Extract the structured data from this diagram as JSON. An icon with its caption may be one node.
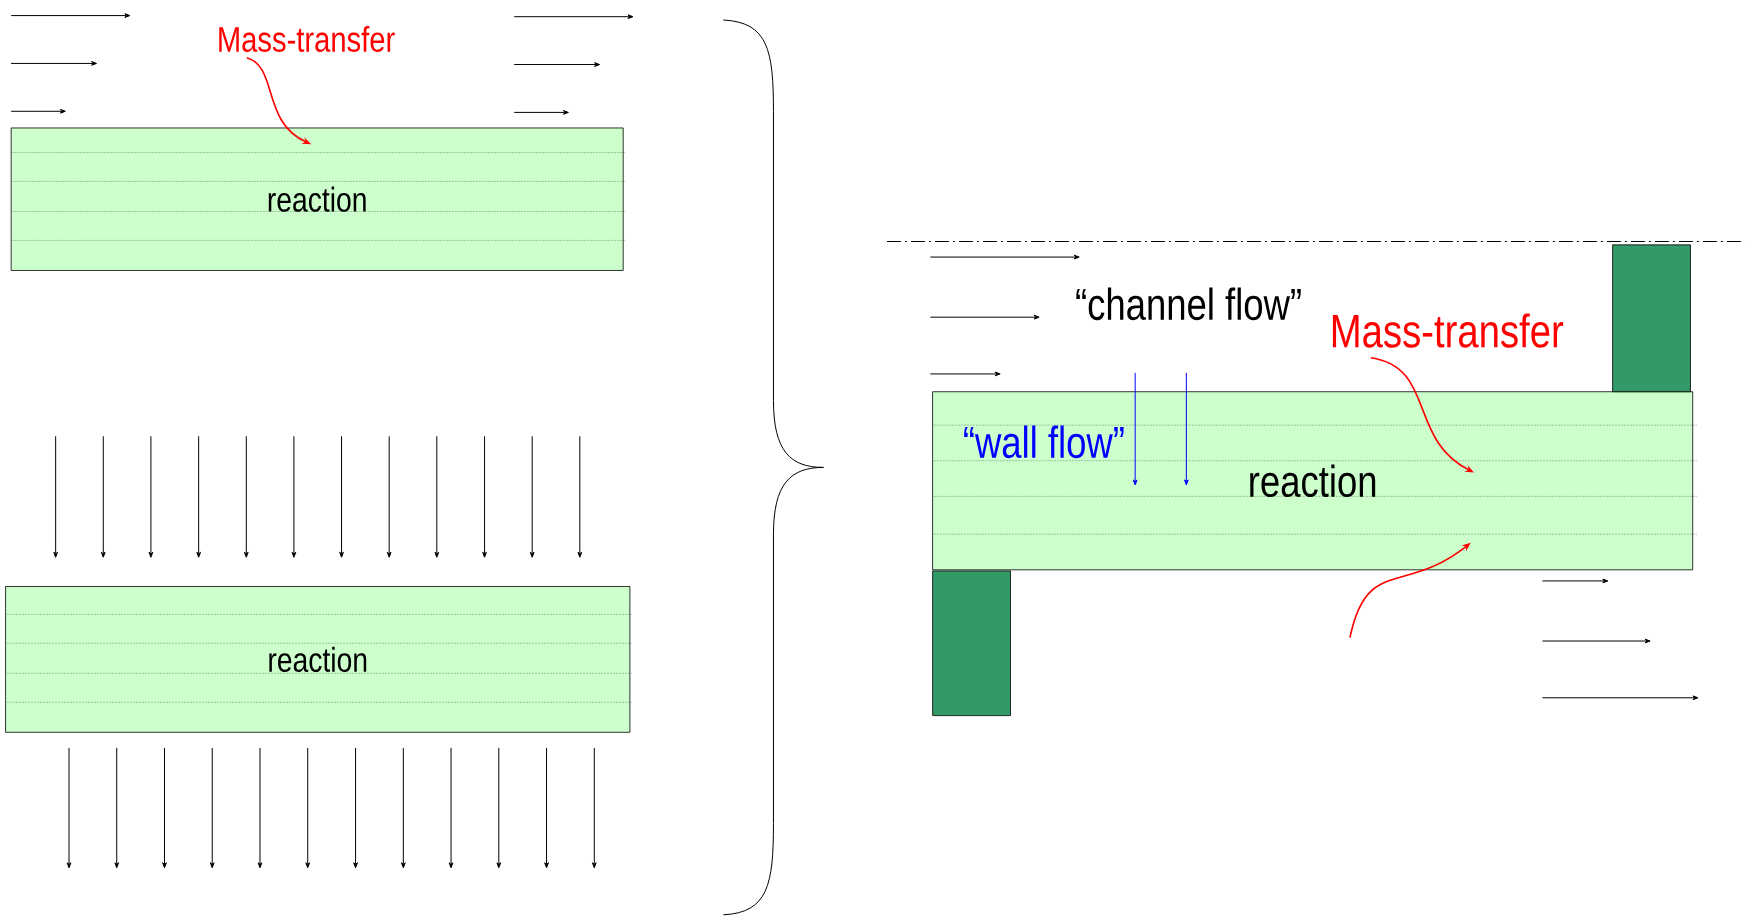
{
  "diagram": {
    "nodes": [
      {
        "text": [
          "reaction"
        ]
      },
      {
        "text": [
          "reaction"
        ]
      },
      {
        "text": [
          "reaction"
        ]
      },
      {
        "text": [
          "Mass-transfer"
        ]
      },
      {
        "text": [
          "Mass-transfer"
        ]
      },
      {
        "text": [],
        "shape": "box"
      },
      {
        "text": [],
        "shape": "box"
      }
    ],
    "edges": [
      {
        "from": 3,
        "to": 0,
        "arrow": "to",
        "color": "#ff0000"
      },
      {
        "from": 4,
        "to": 2,
        "arrow": "to",
        "color": "#ff0000"
      },
      {
        "from": null,
        "to": 2,
        "arrow": "to",
        "color": "#ff0000"
      }
    ],
    "labels": [
      "“channel flow”",
      "“wall flow”"
    ]
  }
}
